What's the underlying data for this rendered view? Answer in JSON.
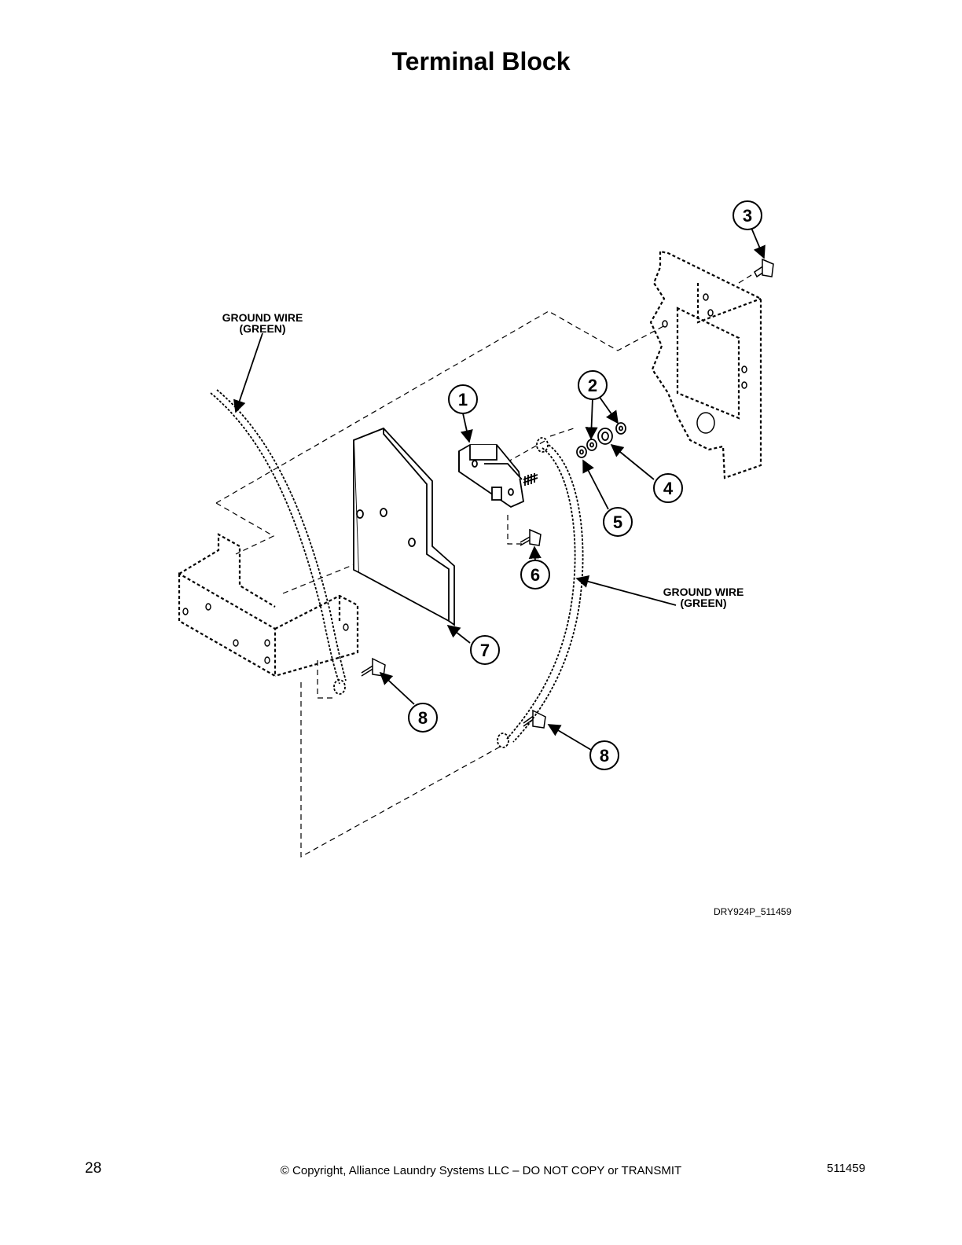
{
  "header": {
    "title": "Terminal Block"
  },
  "diagram": {
    "drawing_id": "DRY924P_511459",
    "labels": {
      "ground_wire_left": [
        "GROUND WIRE",
        "(GREEN)"
      ],
      "ground_wire_right": [
        "GROUND WIRE",
        "(GREEN)"
      ]
    },
    "callouts": [
      "1",
      "2",
      "3",
      "4",
      "5",
      "6",
      "7",
      "8",
      "8"
    ]
  },
  "footer": {
    "page_number": "28",
    "copyright": "© Copyright, Alliance Laundry Systems LLC – DO NOT COPY or TRANSMIT",
    "doc_number": "511459"
  }
}
